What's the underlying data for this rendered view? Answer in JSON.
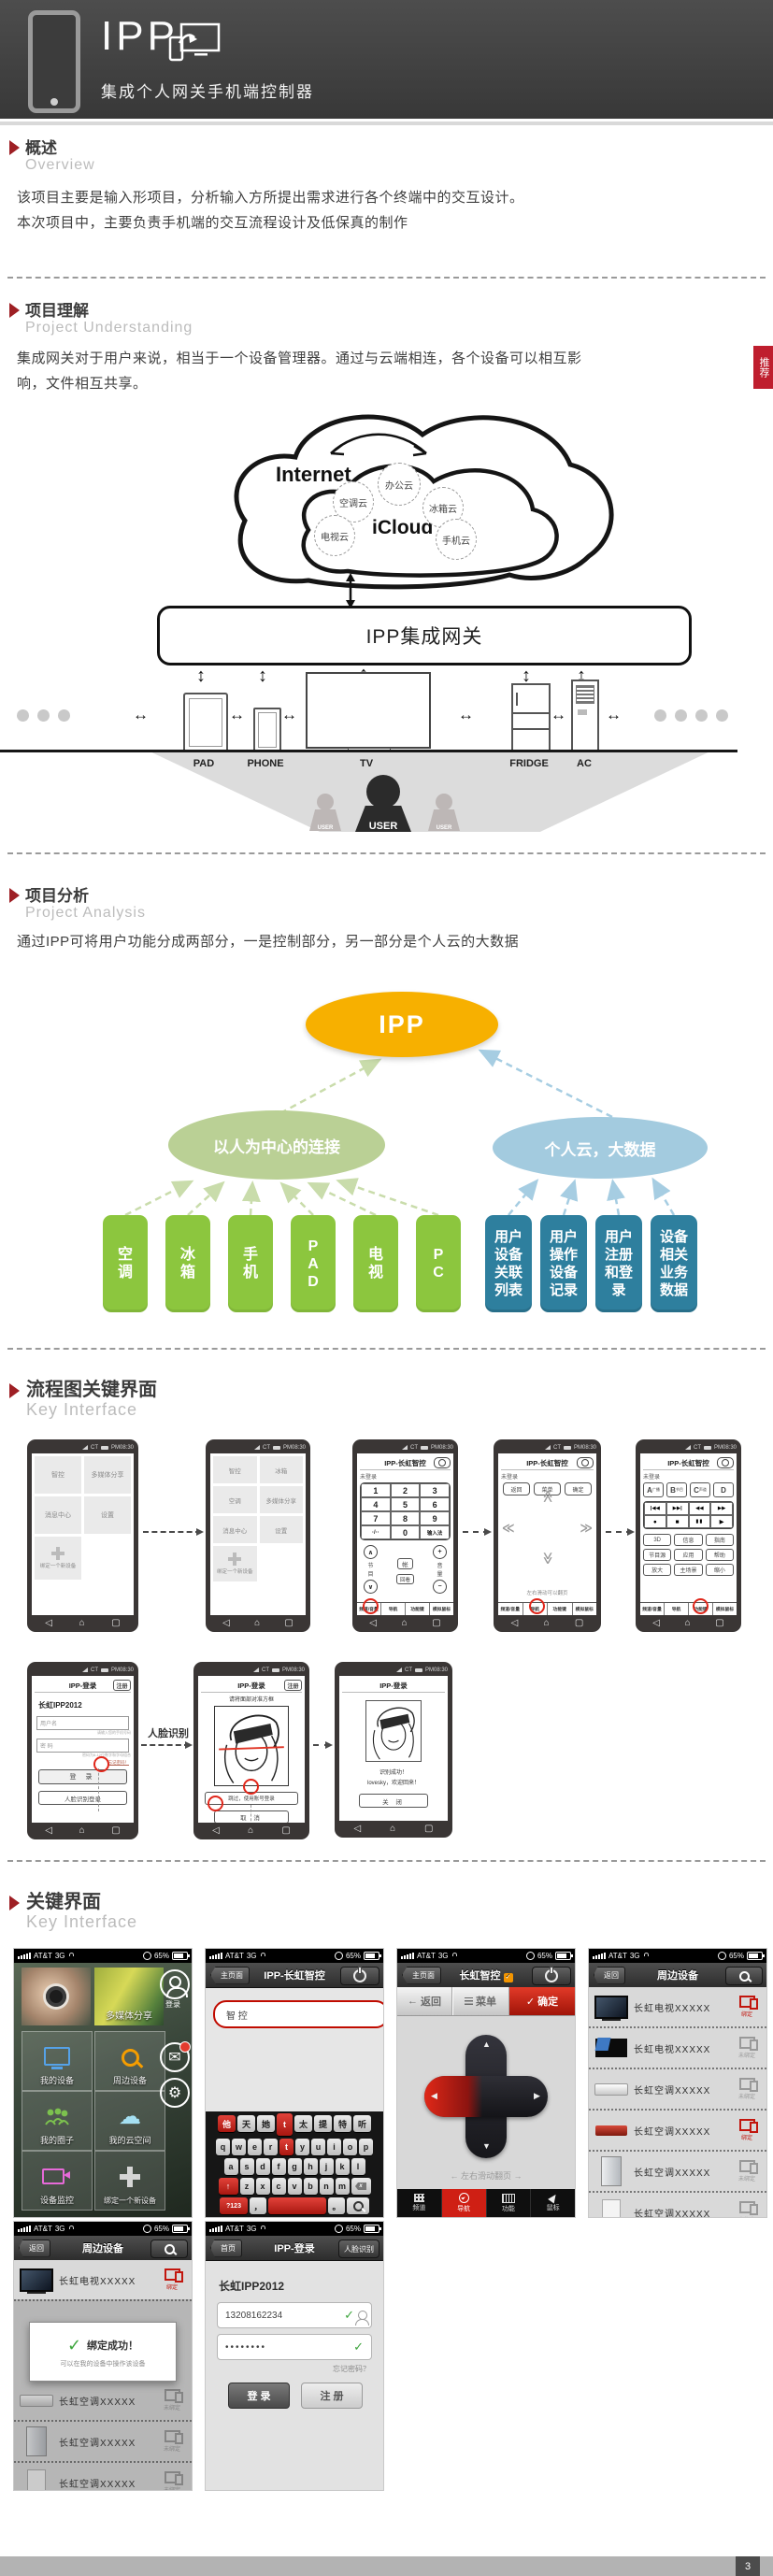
{
  "header": {
    "logo": "IPP",
    "subtitle": "集成个人网关手机端控制器"
  },
  "side_badge": "推荐",
  "footer": {
    "page": "3"
  },
  "sections": {
    "overview": {
      "title": "概述",
      "en": "Overview",
      "line1": "该项目主要是输入形项目，分析输入方所提出需求进行各个终端中的交互设计。",
      "line2": "本次项目中，主要负责手机端的交互流程设计及低保真的制作"
    },
    "understanding": {
      "title": "项目理解",
      "en": "Project Understanding",
      "line1": "集成网关对于用户来说，相当于一个设备管理器。通过与云端相连，各个设备可以相互影",
      "line2": "响，文件相互共享。"
    },
    "analysis": {
      "title": "项目分析",
      "en": "Project Analysis",
      "line1": "通过IPP可将用户功能分成两部分，一是控制部分，另一部分是个人云的大数据"
    },
    "flow": {
      "title": "流程图关键界面",
      "en": "Key Interface"
    },
    "key": {
      "title": "关键界面",
      "en": "Key Interface"
    }
  },
  "gateway_diagram": {
    "internet": "Internet",
    "icloud": "iCloud",
    "cloud_nodes": [
      "空调云",
      "办公云",
      "冰箱云",
      "电视云",
      "手机云"
    ],
    "gateway": "IPP集成网关",
    "devices": [
      "PAD",
      "PHONE",
      "TV",
      "FRIDGE",
      "AC"
    ],
    "user": "USER"
  },
  "analysis_diagram": {
    "root": "IPP",
    "left": "以人为中心的连接",
    "right": "个人云，大数据",
    "green_boxes": [
      "空调",
      "冰箱",
      "手机",
      "PAD",
      "电视",
      "PC"
    ],
    "teal_boxes": [
      "用户设备关联列表",
      "用户操作设备记录",
      "用户注册和登录",
      "设备相关业务数据"
    ],
    "colors": {
      "root": "#f7b000",
      "left": "#bad095",
      "right": "#a3cbdf",
      "green": "#8cc63e",
      "teal": "#2e7f9e"
    }
  },
  "wireframes": {
    "status_net": "CT",
    "status_time": "PM08:30",
    "tabs": [
      "频道/音量",
      "导航",
      "功能键",
      "模拟鼠标"
    ],
    "arrow_label": "人脸识别",
    "home1": {
      "tiles": [
        "智控",
        "多媒体分享",
        "消息中心",
        "设置"
      ],
      "add": "绑定一个新设备"
    },
    "home2": {
      "tiles": [
        "智控",
        "冰箱",
        "空调",
        "多媒体分享",
        "消息中心",
        "设置"
      ],
      "add": "绑定一个新设备"
    },
    "remote_num": {
      "title": "IPP-长虹智控",
      "state": "未登录",
      "keys": [
        "1",
        "2",
        "3",
        "4",
        "5",
        "6",
        "7",
        "8",
        "9",
        "·/··",
        "0",
        "输入法"
      ],
      "ch": "节目",
      "vol": "音量",
      "acct": "帐",
      "replay": "回看"
    },
    "remote_nav": {
      "title": "IPP-长虹智控",
      "state": "未登录",
      "back": "返回",
      "menu": "菜单",
      "ok": "确定",
      "hint": "左右滑动可以翻页"
    },
    "remote_fn": {
      "title": "IPP-长虹智控",
      "state": "未登录",
      "abcd": [
        {
          "k": "A",
          "s": "广播"
        },
        {
          "k": "B",
          "s": "节目"
        },
        {
          "k": "C",
          "s": "声道"
        },
        {
          "k": "D",
          "s": ""
        }
      ],
      "fns": [
        "3D",
        "信息",
        "指南",
        "节目源",
        "应用",
        "帮助",
        "放大",
        "主场景",
        "缩小"
      ]
    },
    "login": {
      "title": "IPP-登录",
      "register": "注册",
      "app": "长虹IPP2012",
      "user": "用户名",
      "user_hint": "请输入您的手机号码",
      "pwd": "密 码",
      "pwd_hint": "密码为8-12位数字和字母组合",
      "forgot": "忘记密码！",
      "login_btn": "登 录",
      "face_btn": "人脸识别登录"
    },
    "face": {
      "title": "IPP-登录",
      "register": "注册",
      "hint": "请将面部对准方框",
      "skip": "跳过，使用账号登录",
      "cancel": "取 消"
    },
    "face_ok": {
      "title": "IPP-登录",
      "l1": "识别成功！",
      "l2": "lovesky，欢迎回来！",
      "close": "关 闭"
    }
  },
  "apps": {
    "status": {
      "carrier": "AT&T",
      "net": "3G",
      "battery": "65%"
    },
    "home": {
      "login": "登录",
      "media": "多媒体分享",
      "tiles": [
        "我的设备",
        "周边设备",
        "我的圈子",
        "我的云空间",
        "设备监控",
        "绑定一个新设备"
      ]
    },
    "search": {
      "back": "主页面",
      "title": "IPP-长虹智控",
      "query": "智 控",
      "cands": [
        "他",
        "天",
        "她",
        "t",
        "太",
        "提",
        "特",
        "听"
      ],
      "kb_row1": [
        "q",
        "w",
        "e",
        "r",
        "t",
        "y",
        "u",
        "i",
        "o",
        "p"
      ],
      "kb_row2": [
        "a",
        "s",
        "d",
        "f",
        "g",
        "h",
        "j",
        "k",
        "l"
      ],
      "kb_row3": [
        "z",
        "x",
        "c",
        "v",
        "b",
        "n",
        "m"
      ],
      "key_shift": "↑",
      "key_num": "?123",
      "key_comma": "，",
      "key_dot": "。"
    },
    "dpad": {
      "back": "主页面",
      "title": "长虹智控",
      "tb_back": "返回",
      "tb_menu": "菜单",
      "tb_ok": "确定",
      "hint": "左右滑动翻页",
      "tabs": [
        "频道",
        "导航",
        "功能",
        "鼠标"
      ]
    },
    "devices": {
      "back": "返回",
      "title": "周边设备",
      "bound": "绑定",
      "unbound": "未绑定",
      "rows": [
        "长虹电视XXXXX",
        "长虹电视XXXXX",
        "长虹空调XXXXX",
        "长虹空调XXXXX",
        "长虹空调XXXXX",
        "长虹空调XXXXX"
      ]
    },
    "bind": {
      "back": "返回",
      "title": "周边设备",
      "row_top": "长虹电视XXXXX",
      "dialog_title": "绑定成功！",
      "dialog_text": "可以在我的设备中操作该设备",
      "rows": [
        "长虹空调XXXXX",
        "长虹空调XXXXX",
        "长虹空调XXXXX"
      ]
    },
    "login": {
      "back": "首页",
      "title": "IPP-登录",
      "face": "人脸识别",
      "app": "长虹IPP2012",
      "phone": "13208162234",
      "pwd": "••••••••",
      "forgot": "忘记密码？",
      "login_btn": "登 录",
      "register_btn": "注 册"
    }
  }
}
